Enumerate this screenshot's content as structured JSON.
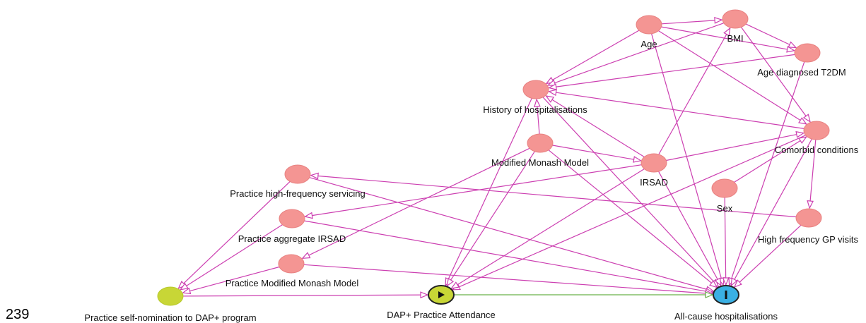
{
  "page_number": "239",
  "colors": {
    "edge": "#cc3fb1",
    "causal_edge": "#6bb24a",
    "adjusted_node": "#f49593",
    "exposure_node": "#c8d636",
    "outcome_node": "#3ab0e4",
    "node_outline": "#e88181"
  },
  "nodes": [
    {
      "id": "age",
      "label": "Age",
      "type": "adjusted"
    },
    {
      "id": "bmi",
      "label": "BMI",
      "type": "adjusted"
    },
    {
      "id": "age_dx",
      "label": "Age diagnosed T2DM",
      "type": "adjusted"
    },
    {
      "id": "hist",
      "label": "History of hospitalisations",
      "type": "adjusted"
    },
    {
      "id": "comorb",
      "label": "Comorbid conditions",
      "type": "adjusted"
    },
    {
      "id": "mmm",
      "label": "Modified Monash Model",
      "type": "adjusted"
    },
    {
      "id": "irsad",
      "label": "IRSAD",
      "type": "adjusted"
    },
    {
      "id": "phfs",
      "label": "Practice high-frequency servicing",
      "type": "adjusted"
    },
    {
      "id": "sex",
      "label": "Sex",
      "type": "adjusted"
    },
    {
      "id": "hfgp",
      "label": "High frequency GP visits",
      "type": "adjusted"
    },
    {
      "id": "pairsad",
      "label": "Practice aggregate IRSAD",
      "type": "adjusted"
    },
    {
      "id": "pmmm",
      "label": "Practice Modified Monash Model",
      "type": "adjusted"
    },
    {
      "id": "psn",
      "label": "Practice self-nomination to DAP+ program",
      "type": "instrument"
    },
    {
      "id": "dap",
      "label": "DAP+ Practice Attendance",
      "type": "exposure",
      "icon": "play-icon"
    },
    {
      "id": "hosp",
      "label": "All-cause hospitalisations",
      "type": "outcome",
      "icon": "bar-icon"
    }
  ],
  "edges": [
    [
      "age",
      "bmi"
    ],
    [
      "age",
      "hist"
    ],
    [
      "age",
      "comorb"
    ],
    [
      "age",
      "hosp"
    ],
    [
      "age",
      "age_dx"
    ],
    [
      "bmi",
      "age_dx"
    ],
    [
      "bmi",
      "comorb"
    ],
    [
      "bmi",
      "hist"
    ],
    [
      "age_dx",
      "hist"
    ],
    [
      "age_dx",
      "hosp"
    ],
    [
      "hist",
      "dap"
    ],
    [
      "hist",
      "hosp"
    ],
    [
      "comorb",
      "hist"
    ],
    [
      "comorb",
      "dap"
    ],
    [
      "comorb",
      "hosp"
    ],
    [
      "comorb",
      "hfgp"
    ],
    [
      "mmm",
      "hist"
    ],
    [
      "mmm",
      "irsad"
    ],
    [
      "mmm",
      "dap"
    ],
    [
      "mmm",
      "hosp"
    ],
    [
      "mmm",
      "pmmm"
    ],
    [
      "irsad",
      "hist"
    ],
    [
      "irsad",
      "bmi"
    ],
    [
      "irsad",
      "comorb"
    ],
    [
      "irsad",
      "dap"
    ],
    [
      "irsad",
      "hosp"
    ],
    [
      "irsad",
      "pairsad"
    ],
    [
      "phfs",
      "psn"
    ],
    [
      "phfs",
      "hosp"
    ],
    [
      "sex",
      "hosp"
    ],
    [
      "sex",
      "comorb"
    ],
    [
      "hfgp",
      "phfs"
    ],
    [
      "hfgp",
      "hosp"
    ],
    [
      "pairsad",
      "psn"
    ],
    [
      "pairsad",
      "hosp"
    ],
    [
      "pmmm",
      "psn"
    ],
    [
      "pmmm",
      "hosp"
    ],
    [
      "psn",
      "dap"
    ],
    [
      "dap",
      "hosp",
      "causal"
    ]
  ]
}
